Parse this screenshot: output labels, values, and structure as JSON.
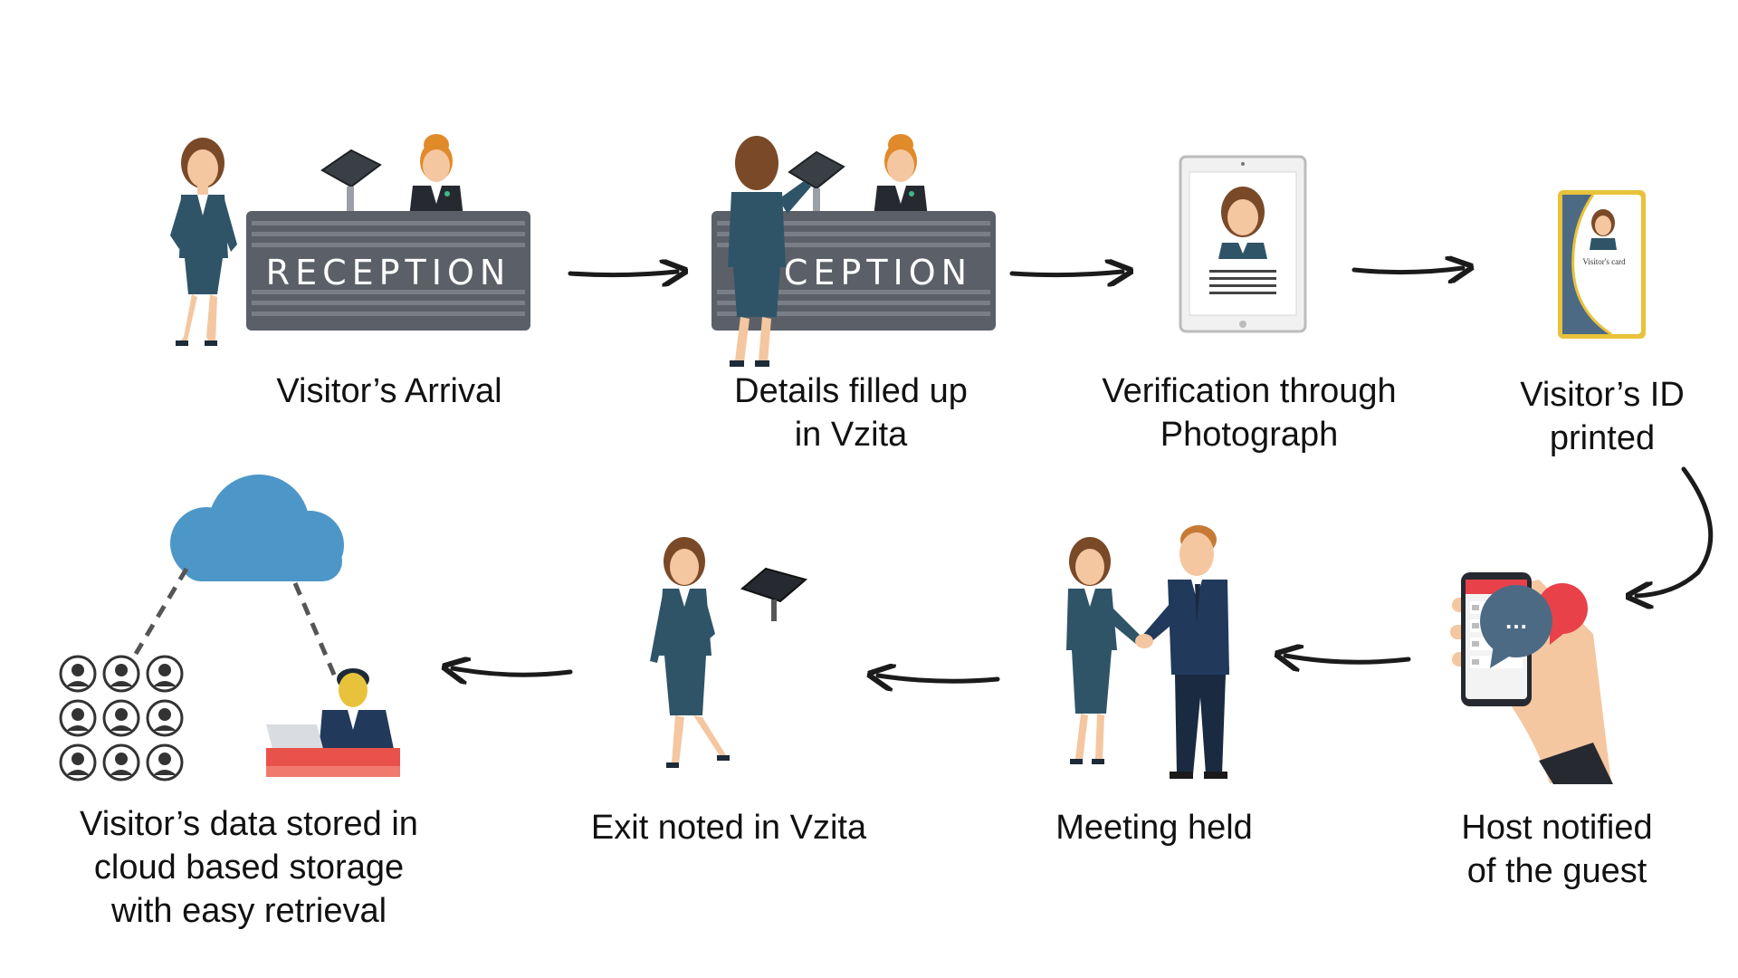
{
  "diagram": {
    "steps": [
      {
        "id": "arrival",
        "lines": [
          "Visitor’s Arrival"
        ]
      },
      {
        "id": "details",
        "lines": [
          "Details filled up",
          "in Vzita"
        ]
      },
      {
        "id": "verification",
        "lines": [
          "Verification through",
          "Photograph"
        ]
      },
      {
        "id": "id-printed",
        "lines": [
          "Visitor’s ID",
          "printed"
        ]
      },
      {
        "id": "host-notified",
        "lines": [
          "Host notified",
          "of the guest"
        ]
      },
      {
        "id": "meeting",
        "lines": [
          "Meeting held"
        ]
      },
      {
        "id": "exit",
        "lines": [
          "Exit noted in Vzita"
        ]
      },
      {
        "id": "stored",
        "lines": [
          "Visitor’s data stored in",
          "cloud based storage",
          "with  easy retrieval"
        ]
      }
    ],
    "desk_sign": "RECEPTION",
    "desk_sign_partial": "ECEPTION",
    "card_caption": "Visitor's card",
    "phone_bubble": "…"
  },
  "colors": {
    "desk": "#5b6068",
    "desk_stripe": "#7a7f87",
    "suit_female": "#2f5468",
    "suit_male": "#213a5c",
    "hair": "#7a4a28",
    "hair_blonde": "#e08a2a",
    "skin": "#f4c7a1",
    "cloud": "#4d96c8",
    "bubble_blue": "#4d6a85",
    "bubble_red": "#e8414a",
    "card_gold": "#e8c23a",
    "desk_red": "#e8524a",
    "text": "#111111"
  }
}
